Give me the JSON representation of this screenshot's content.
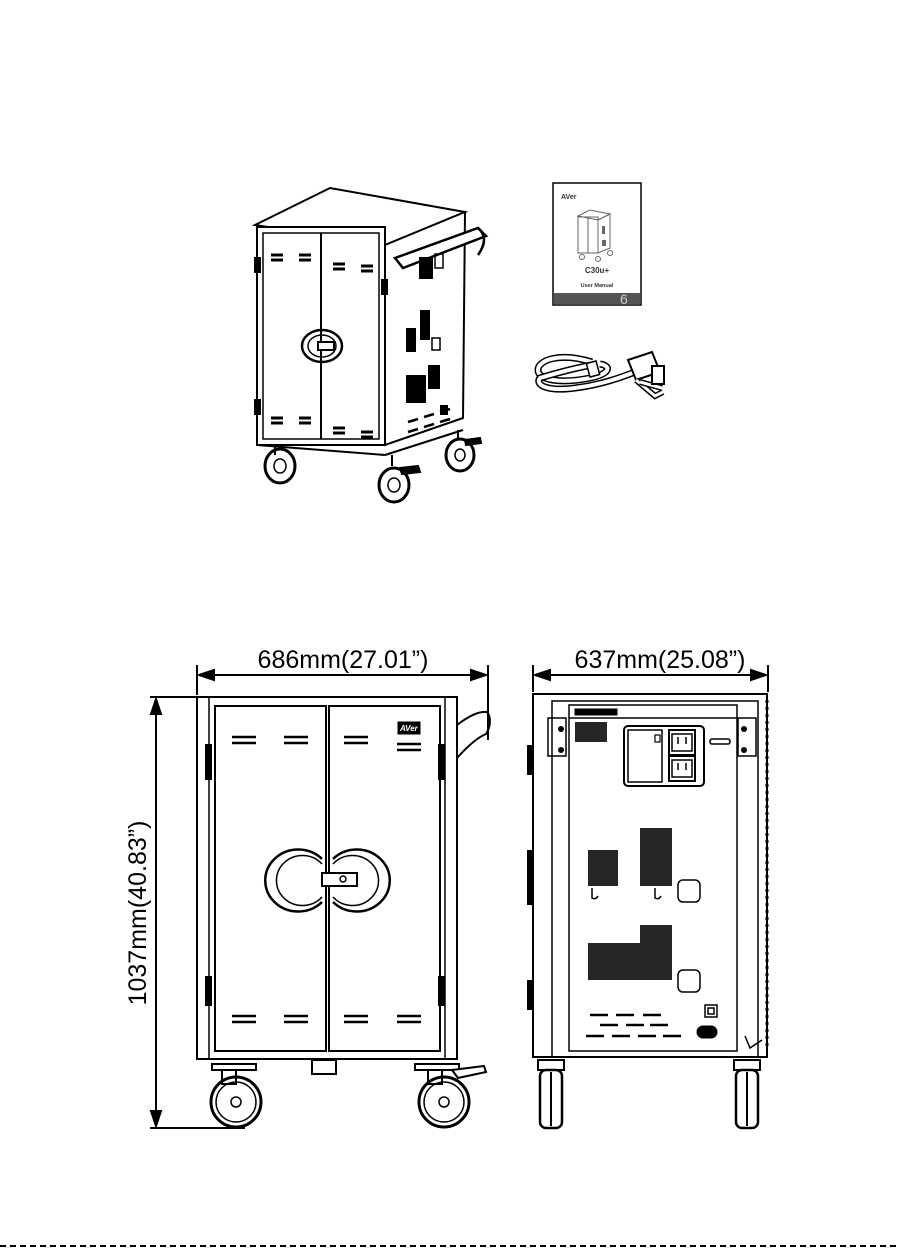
{
  "dimensions": {
    "width": "686mm(27.01”)",
    "depth": "637mm(25.08”)",
    "height": "1037mm(40.83”)"
  },
  "manual": {
    "brand": "AVer",
    "model": "C30u+",
    "subtitle": "User Manual",
    "page_number": "6"
  },
  "cart_logo": "AVer",
  "colors": {
    "line": "#000000",
    "manual_band": "#555555"
  }
}
